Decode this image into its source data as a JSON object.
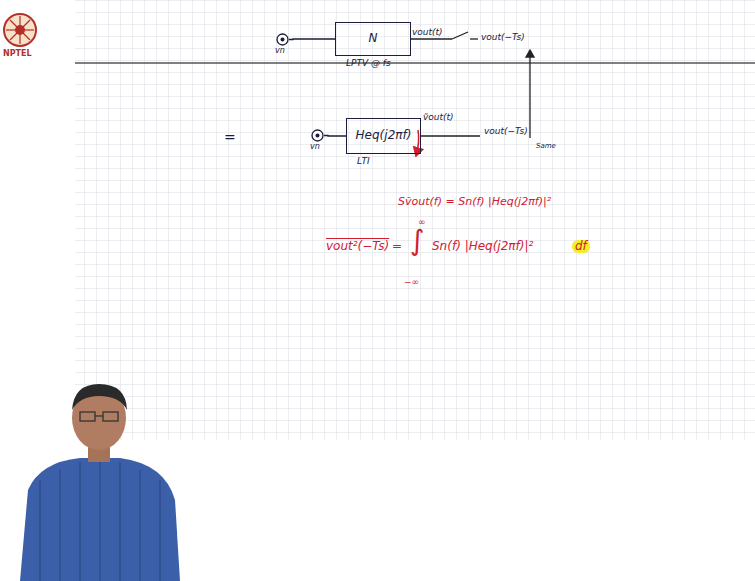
{
  "diagram": {
    "nodes": [
      {
        "text": [
          "vn"
        ]
      },
      {
        "text": [
          "N",
          "LPTV @ fs"
        ]
      },
      {
        "text": [
          "vn"
        ]
      },
      {
        "text": [
          "Heq(j2πf)",
          "LTI"
        ]
      }
    ],
    "edges": [
      {
        "from": 0,
        "to": 1,
        "arrow": "none"
      },
      {
        "from": 2,
        "to": 3,
        "arrow": "none"
      }
    ],
    "labels": [
      "NPTEL",
      "vout(t)",
      "vout(−Ts)",
      "=",
      "ṽout(t)",
      "vout(−Ts)",
      "Same",
      "Sṽout(f) = Sn(f) |Heq(j2πf)|²",
      "vout²(−Ts)",
      "=",
      "∞",
      "∫",
      "Sn(f) |Heq(j2πf)|²",
      "df",
      "−∞"
    ]
  }
}
